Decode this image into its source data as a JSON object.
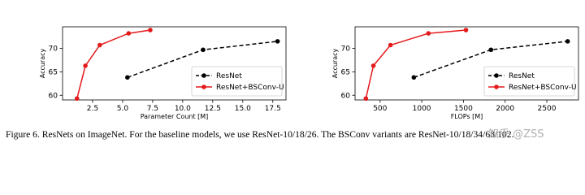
{
  "chart_data": [
    {
      "type": "line",
      "xlabel": "Parameter Count [M]",
      "ylabel": "Accuracy",
      "xlim": [
        0,
        18.6
      ],
      "ylim": [
        59.0,
        74.6
      ],
      "xticks": [
        2.5,
        5.0,
        7.5,
        10.0,
        12.5,
        15.0,
        17.5
      ],
      "xtick_labels": [
        "2.5",
        "5.0",
        "7.5",
        "10.0",
        "12.5",
        "15.0",
        "17.5"
      ],
      "yticks": [
        60,
        65,
        70
      ],
      "ytick_labels": [
        "60",
        "65",
        "70"
      ],
      "grid": false,
      "legend": "lower-right",
      "series": [
        {
          "name": "ResNet",
          "color": "#000000",
          "style": "dashed",
          "x": [
            5.4,
            11.7,
            17.9
          ],
          "y": [
            63.8,
            69.7,
            71.5
          ]
        },
        {
          "name": "ResNet+BSConv-U",
          "color": "#e41a1c",
          "style": "solid",
          "x": [
            1.2,
            1.9,
            3.1,
            5.5,
            7.3
          ],
          "y": [
            59.3,
            66.3,
            70.7,
            73.2,
            73.9
          ]
        }
      ]
    },
    {
      "type": "line",
      "xlabel": "FLOPs [M]",
      "ylabel": "Accuracy",
      "xlim": [
        200,
        2880
      ],
      "ylim": [
        59.0,
        74.6
      ],
      "xticks": [
        500,
        1000,
        1500,
        2000,
        2500
      ],
      "xtick_labels": [
        "500",
        "1000",
        "1500",
        "2000",
        "2500"
      ],
      "yticks": [
        60,
        65,
        70
      ],
      "ytick_labels": [
        "60",
        "65",
        "70"
      ],
      "grid": false,
      "legend": "lower-right",
      "series": [
        {
          "name": "ResNet",
          "color": "#000000",
          "style": "dashed",
          "x": [
            905,
            1830,
            2750
          ],
          "y": [
            63.8,
            69.7,
            71.5
          ]
        },
        {
          "name": "ResNet+BSConv-U",
          "color": "#e41a1c",
          "style": "solid",
          "x": [
            330,
            420,
            625,
            1080,
            1530
          ],
          "y": [
            59.3,
            66.3,
            70.7,
            73.2,
            73.9
          ]
        }
      ]
    }
  ],
  "caption": "Figure 6. ResNets on ImageNet. For the baseline models, we use ResNet-10/18/26. The BSConv variants are ResNet-10/18/34/68/102.",
  "watermark": "知乎 @ZSS"
}
